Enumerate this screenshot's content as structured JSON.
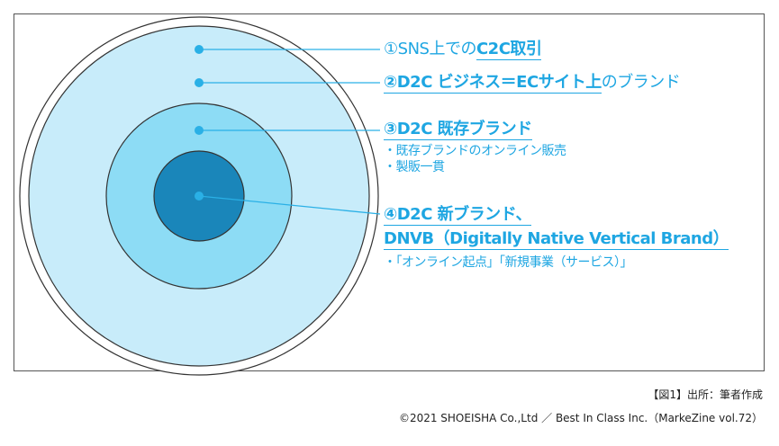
{
  "colors": {
    "accent": "#1ea6e2",
    "ring1": "#ffffff",
    "ring2": "#c8ecfa",
    "ring3": "#8ddcf5",
    "core": "#1a86ba",
    "dot": "#2ab0e6"
  },
  "labels": {
    "l1": {
      "a": "①SNS上での",
      "b": "C2C取引"
    },
    "l2": {
      "a": "②D2C ビジネス＝ECサイト上",
      "b": "のブランド"
    },
    "l3": {
      "title": "③D2C 既存ブランド",
      "bullets": [
        "・既存ブランドのオンライン販売",
        "・製販一貫"
      ]
    },
    "l4": {
      "title1": "④D2C 新ブランド、",
      "title2": "DNVB（Digitally Native Vertical Brand）",
      "bullets": [
        "・「オンライン起点」「新規事業（サービス）」"
      ]
    }
  },
  "caption": {
    "figure": "【図1】出所：筆者作成",
    "credit": "©2021 SHOEISHA Co.,Ltd ／ Best In Class Inc.（MarkeZine vol.72）"
  }
}
